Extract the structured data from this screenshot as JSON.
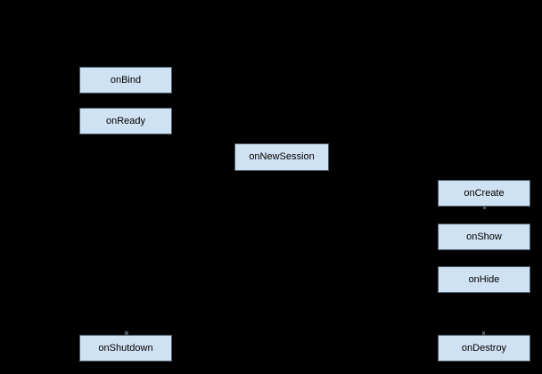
{
  "diagram": {
    "type": "lifecycle-flowchart",
    "background_color": "#000000",
    "node_fill_color": "#cfe2f3",
    "node_border_color": "#4f5d6b",
    "node_text_color": "#000000",
    "connector_note": "connector arrows are black on black background; only tiny gray anti-aliased tips visible at some box edges",
    "nodes": [
      {
        "id": "onBind",
        "label": "onBind"
      },
      {
        "id": "onReady",
        "label": "onReady"
      },
      {
        "id": "onNewSession",
        "label": "onNewSession"
      },
      {
        "id": "onCreate",
        "label": "onCreate"
      },
      {
        "id": "onShow",
        "label": "onShow"
      },
      {
        "id": "onHide",
        "label": "onHide"
      },
      {
        "id": "onShutdown",
        "label": "onShutdown"
      },
      {
        "id": "onDestroy",
        "label": "onDestroy"
      }
    ]
  }
}
